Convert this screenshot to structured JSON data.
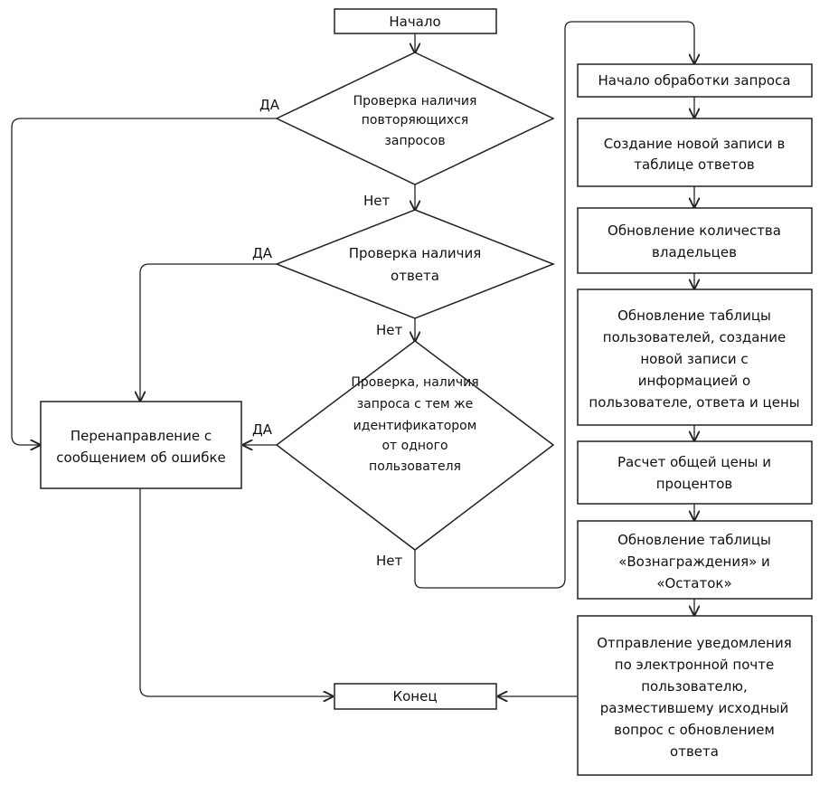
{
  "start": "Начало",
  "end": "Конец",
  "decisions": [
    [
      "Проверка наличия",
      "повторяющихся",
      "запросов"
    ],
    [
      "Проверка наличия",
      "ответа"
    ],
    [
      "Проверка, наличия",
      "запроса с тем же",
      "идентификатором",
      "от одного",
      "пользователя"
    ]
  ],
  "redirect": [
    "Перенаправление с",
    "сообщением об ошибке"
  ],
  "process_steps": [
    [
      "Начало обработки запроса"
    ],
    [
      "Создание новой записи в",
      "таблице ответов"
    ],
    [
      "Обновление количества",
      "владельцев"
    ],
    [
      "Обновление таблицы",
      "пользователей, создание",
      "новой записи с",
      "информацией о",
      "пользователе, ответа и цены"
    ],
    [
      "Расчет общей цены и",
      "процентов"
    ],
    [
      "Обновление таблицы",
      "«Вознаграждения» и",
      "«Остаток»"
    ],
    [
      "Отправление уведомления",
      "по электронной почте",
      "пользователю,",
      "разместившему исходный",
      "вопрос с обновлением",
      "ответа"
    ]
  ],
  "yes_label": "ДА",
  "no_label": "Нет"
}
